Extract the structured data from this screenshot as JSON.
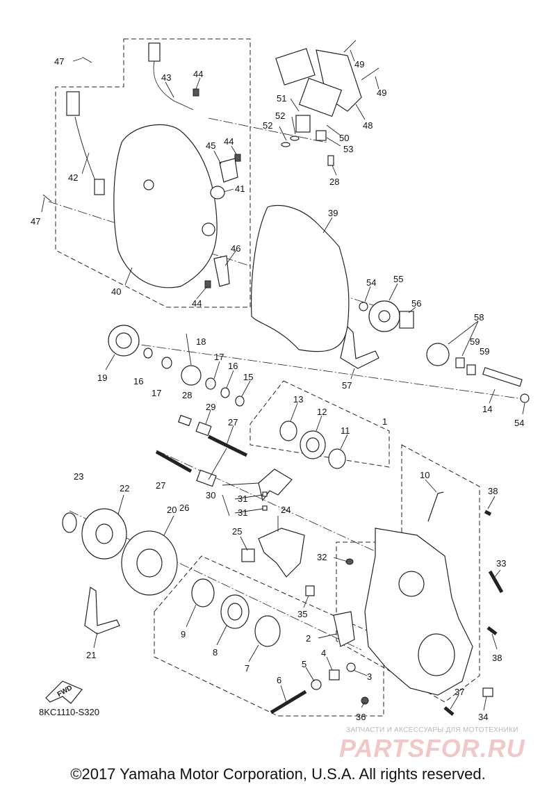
{
  "reference_code": "8KC1110-S320",
  "fwd_label": "FWD",
  "copyright": "©2017 Yamaha Motor Corporation, U.S.A. All rights reserved.",
  "watermark": {
    "subtitle": "ЗАПЧАСТИ И АКСЕССУАРЫ ДЛЯ МОТОТЕХНИКИ",
    "logo": "PARTSFOR.RU"
  },
  "callouts": [
    "47",
    "43",
    "44",
    "42",
    "47",
    "45",
    "44",
    "41",
    "40",
    "46",
    "44",
    "49",
    "49",
    "51",
    "52",
    "52",
    "50",
    "48",
    "53",
    "28",
    "39",
    "54",
    "55",
    "56",
    "58",
    "59",
    "59",
    "57",
    "14",
    "54",
    "19",
    "16",
    "17",
    "18",
    "17",
    "16",
    "15",
    "28",
    "29",
    "27",
    "13",
    "12",
    "11",
    "1",
    "27",
    "26",
    "30",
    "31",
    "31",
    "10",
    "38",
    "23",
    "22",
    "20",
    "24",
    "25",
    "32",
    "33",
    "9",
    "8",
    "7",
    "35",
    "2",
    "4",
    "5",
    "3",
    "38",
    "21",
    "6",
    "37",
    "36",
    "34"
  ]
}
